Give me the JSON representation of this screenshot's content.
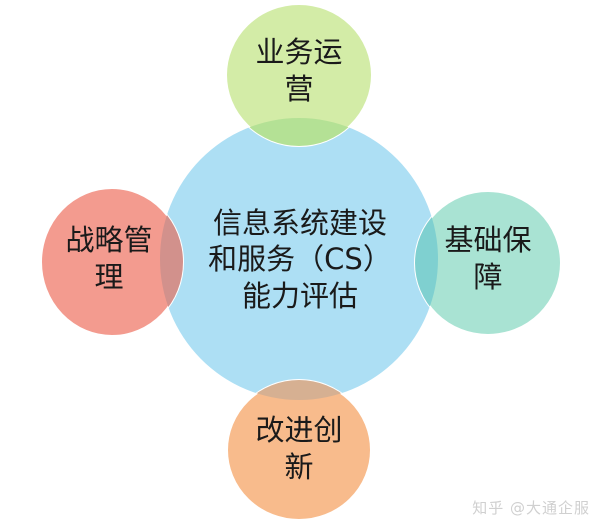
{
  "diagram": {
    "type": "venn-hub",
    "center": {
      "line1": "信息系统建设",
      "line2": "和服务（CS）",
      "line3": "能力评估",
      "color": "#addff4"
    },
    "nodes": [
      {
        "position": "top",
        "line1": "业务运",
        "line2": "营",
        "color": "#d3eca7",
        "overlap_color": "#b4e195"
      },
      {
        "position": "left",
        "line1": "战略管",
        "line2": "理",
        "color": "#f39b8f",
        "overlap_color": "#d2918c"
      },
      {
        "position": "right",
        "line1": "基础保",
        "line2": "障",
        "color": "#a9e3d3",
        "overlap_color": "#7fd0d0"
      },
      {
        "position": "bottom",
        "line1": "改进创",
        "line2": "新",
        "color": "#f8bb8c",
        "overlap_color": "#d6b092"
      }
    ]
  },
  "watermark": "知乎 @大通企服"
}
